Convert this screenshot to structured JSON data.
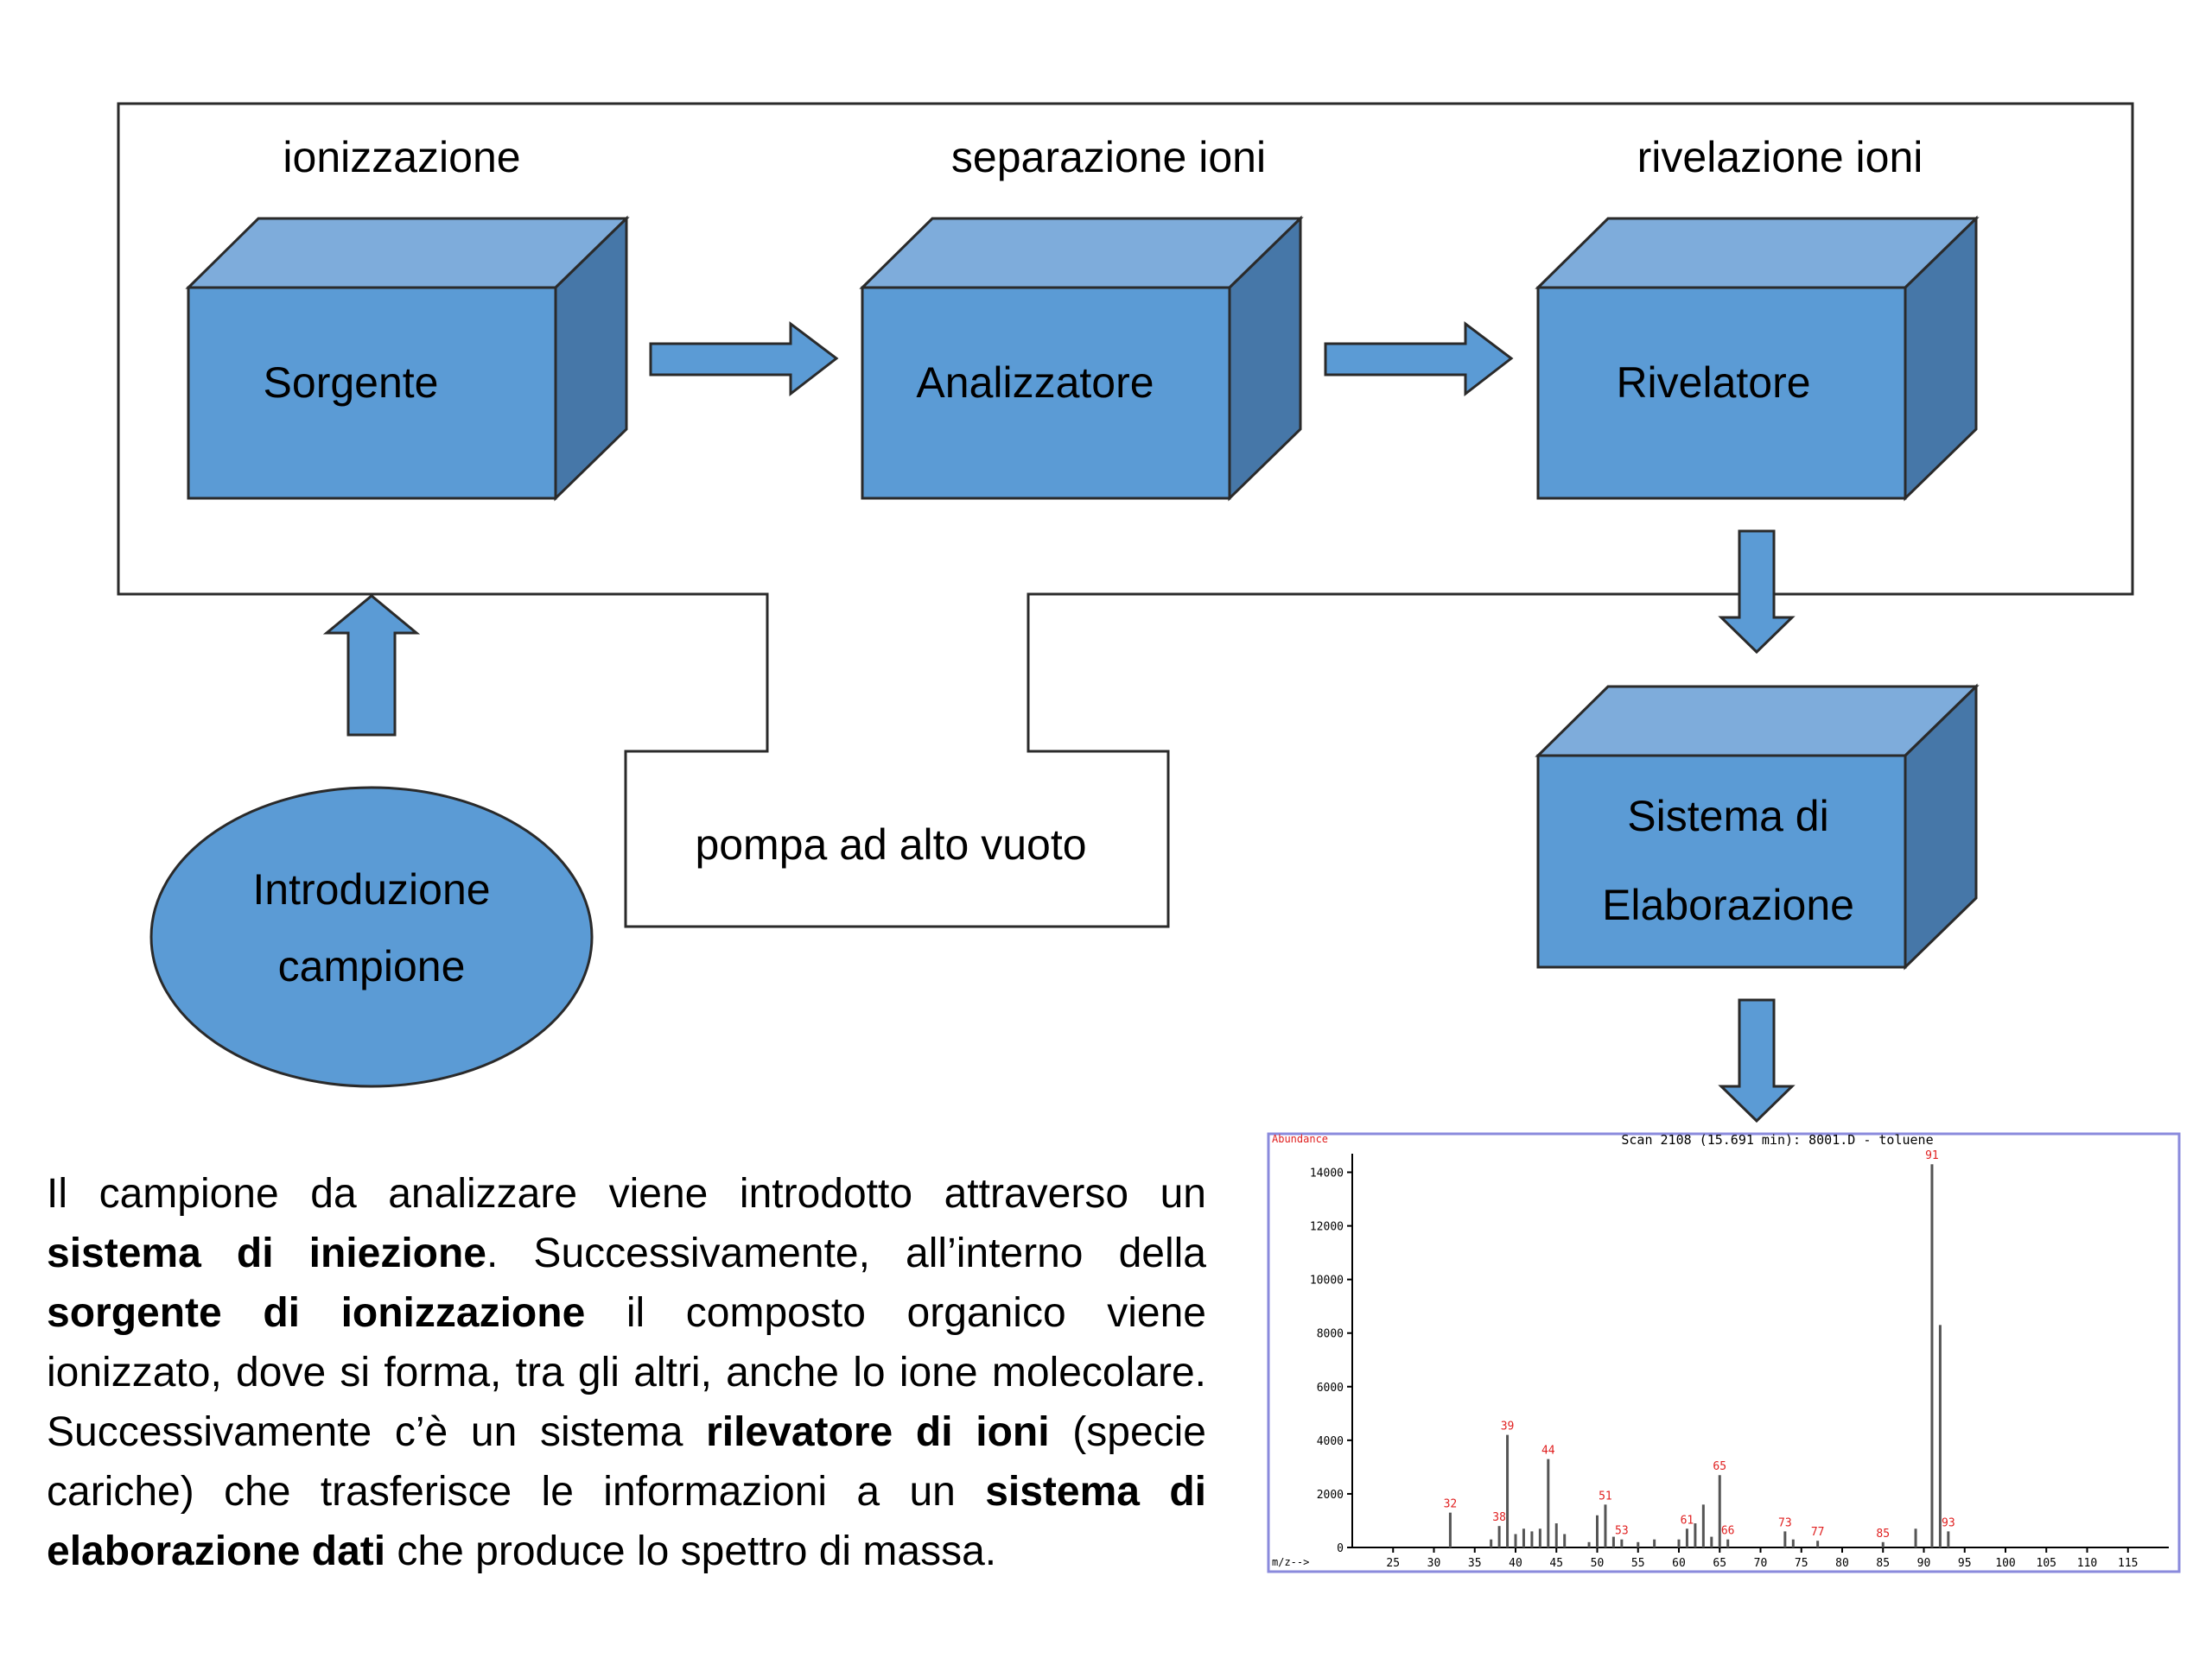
{
  "diagram": {
    "stage_labels": {
      "ionization": "ionizzazione",
      "separation": "separazione ioni",
      "detection": "rivelazione ioni"
    },
    "boxes": {
      "source": "Sorgente",
      "analyzer": "Analizzatore",
      "detector": "Rivelatore",
      "processing_line1": "Sistema di",
      "processing_line2": "Elaborazione"
    },
    "introduction_line1": "Introduzione",
    "introduction_line2": "campione",
    "pump": "pompa ad alto vuoto",
    "colors": {
      "box_front": "#5b9bd5",
      "box_top": "#7eacdb",
      "box_side": "#4677a8",
      "stroke": "#2a2a2a"
    }
  },
  "description": {
    "p1": "Il campione da analizzare viene introdotto attraverso un ",
    "b1": "sistema di iniezione",
    "p2": ". Successivamente, all’interno della ",
    "b2": "sorgente di ionizzazione",
    "p3": " il composto organico viene ionizzato, dove si forma, tra gli altri, anche lo ione molecolare. Successivamente c’è un sistema ",
    "b3": "rilevatore di ioni",
    "p4": " (specie cariche) che trasferisce le informazioni a un ",
    "b4": "sistema di elaborazione dati",
    "p5": " che produce lo spettro di massa."
  },
  "chart_data": {
    "type": "bar",
    "title": "Scan 2108 (15.691 min): 8001.D - toluene",
    "ylabel": "Abundance",
    "xlabel": "m/z-->",
    "xlim": [
      20,
      120
    ],
    "ylim": [
      0,
      14500
    ],
    "x_ticks": [
      25,
      30,
      35,
      40,
      45,
      50,
      55,
      60,
      65,
      70,
      75,
      80,
      85,
      90,
      95,
      100,
      105,
      110,
      115
    ],
    "y_ticks": [
      0,
      2000,
      4000,
      6000,
      8000,
      10000,
      12000,
      14000
    ],
    "peaks": [
      {
        "mz": 32,
        "abundance": 1300,
        "label": "32"
      },
      {
        "mz": 37,
        "abundance": 300
      },
      {
        "mz": 38,
        "abundance": 800,
        "label": "38"
      },
      {
        "mz": 39,
        "abundance": 4200,
        "label": "39"
      },
      {
        "mz": 40,
        "abundance": 500
      },
      {
        "mz": 41,
        "abundance": 700
      },
      {
        "mz": 42,
        "abundance": 600
      },
      {
        "mz": 43,
        "abundance": 700
      },
      {
        "mz": 44,
        "abundance": 3300,
        "label": "44"
      },
      {
        "mz": 45,
        "abundance": 900
      },
      {
        "mz": 46,
        "abundance": 500
      },
      {
        "mz": 49,
        "abundance": 200
      },
      {
        "mz": 50,
        "abundance": 1200
      },
      {
        "mz": 51,
        "abundance": 1600,
        "label": "51"
      },
      {
        "mz": 52,
        "abundance": 400
      },
      {
        "mz": 53,
        "abundance": 300,
        "label": "53"
      },
      {
        "mz": 55,
        "abundance": 200
      },
      {
        "mz": 57,
        "abundance": 300
      },
      {
        "mz": 60,
        "abundance": 300
      },
      {
        "mz": 61,
        "abundance": 700,
        "label": "61"
      },
      {
        "mz": 62,
        "abundance": 900
      },
      {
        "mz": 63,
        "abundance": 1600
      },
      {
        "mz": 64,
        "abundance": 400
      },
      {
        "mz": 65,
        "abundance": 2700,
        "label": "65"
      },
      {
        "mz": 66,
        "abundance": 300,
        "label": "66"
      },
      {
        "mz": 73,
        "abundance": 600,
        "label": "73"
      },
      {
        "mz": 74,
        "abundance": 300
      },
      {
        "mz": 77,
        "abundance": 250,
        "label": "77"
      },
      {
        "mz": 85,
        "abundance": 200,
        "label": "85"
      },
      {
        "mz": 89,
        "abundance": 700
      },
      {
        "mz": 91,
        "abundance": 14300,
        "label": "91"
      },
      {
        "mz": 92,
        "abundance": 8300
      },
      {
        "mz": 93,
        "abundance": 600,
        "label": "93"
      }
    ],
    "colors": {
      "frame": "#8a8adc",
      "bars": "#555555",
      "labels": "#e02020",
      "axis_text": "#000000"
    }
  }
}
